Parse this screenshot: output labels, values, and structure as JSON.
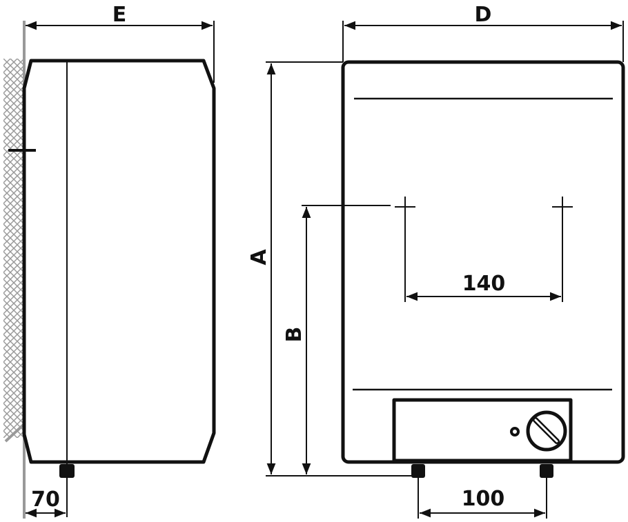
{
  "labels": {
    "width_side": "E",
    "width_front": "D",
    "height_total": "A",
    "height_mount": "B",
    "mount_spacing": "140",
    "wall_offset": "70",
    "pipe_spacing": "100"
  },
  "colors": {
    "line": "#111111",
    "wall": "#999999"
  }
}
